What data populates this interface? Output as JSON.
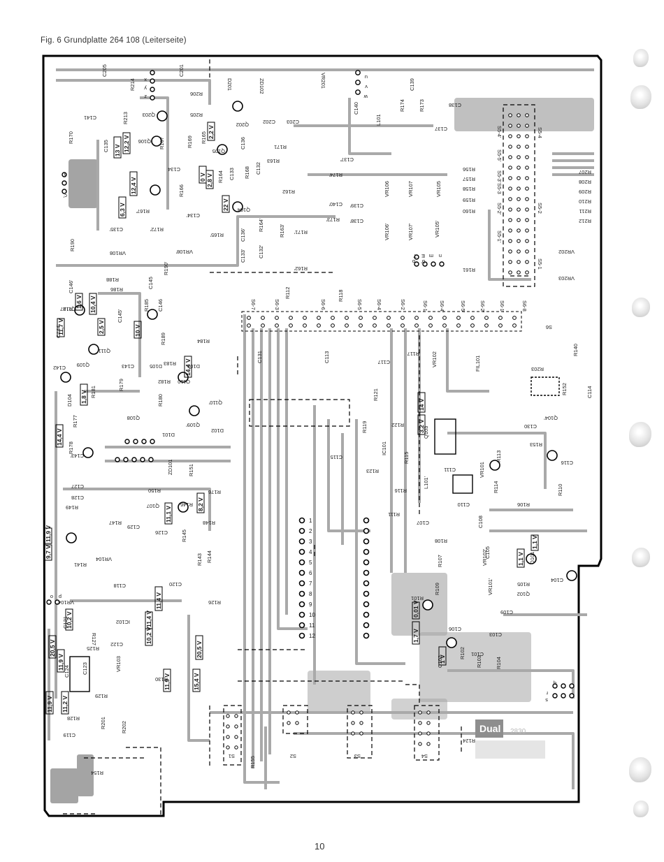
{
  "caption": "Fig. 6 Grundplatte 264 108 (Leiterseite)",
  "page_number": "10",
  "logo": {
    "brand": "Dual",
    "code": "2830"
  },
  "colors": {
    "trace": "#a9a9a9",
    "board_outline": "#000000",
    "copper_dark": "#8e8e8e",
    "background": "#ffffff"
  },
  "voltages": [
    "13 V",
    "12,2 V",
    "12,4 V",
    "6,3 V",
    "2,2 V",
    "0 V",
    "2,8 V",
    "22 V",
    "1,6 V",
    "2,5 V",
    "10,4 V",
    "10 V",
    "11,7 V",
    "14,4 V",
    "14,4 V",
    "1,8 V",
    "9,7 V",
    "11,9 V",
    "11,4 V",
    "10,2 V",
    "20,5 V",
    "11,9 V",
    "11,9 V",
    "11,2 V",
    "11,4 V",
    "10,2 V",
    "20,5 V",
    "11,9 V",
    "15,4 V",
    "11,1 V",
    "8,2 V",
    "14 V",
    "3,2 V",
    "0,01 V",
    "1,7 V",
    "1 V",
    "1,1 V",
    "1,1 V"
  ],
  "components": [
    {
      "ref": "C205"
    },
    {
      "ref": "R214"
    },
    {
      "ref": "C201"
    },
    {
      "ref": "D201"
    },
    {
      "ref": "ZD102"
    },
    {
      "ref": "VR201"
    },
    {
      "ref": "R206"
    },
    {
      "ref": "R205"
    },
    {
      "ref": "Q203"
    },
    {
      "ref": "Q202"
    },
    {
      "ref": "C202"
    },
    {
      "ref": "C203"
    },
    {
      "ref": "C139"
    },
    {
      "ref": "C138"
    },
    {
      "ref": "R174"
    },
    {
      "ref": "R173"
    },
    {
      "ref": "C137"
    },
    {
      "ref": "C140"
    },
    {
      "ref": "L101"
    },
    {
      "ref": "C141"
    },
    {
      "ref": "R170"
    },
    {
      "ref": "R213"
    },
    {
      "ref": "C135"
    },
    {
      "ref": "R167"
    },
    {
      "ref": "Q106"
    },
    {
      "ref": "R169"
    },
    {
      "ref": "R165"
    },
    {
      "ref": "Q105"
    },
    {
      "ref": "C136"
    },
    {
      "ref": "R171"
    },
    {
      "ref": "C134"
    },
    {
      "ref": "R163"
    },
    {
      "ref": "C133"
    },
    {
      "ref": "R168"
    },
    {
      "ref": "C132"
    },
    {
      "ref": "R164"
    },
    {
      "ref": "R166"
    },
    {
      "ref": "R162"
    },
    {
      "ref": "Q104"
    },
    {
      "ref": "C140'"
    },
    {
      "ref": "C139'"
    },
    {
      "ref": "R174'"
    },
    {
      "ref": "R173'"
    },
    {
      "ref": "C138'"
    },
    {
      "ref": "C137'"
    },
    {
      "ref": "R171'"
    },
    {
      "ref": "R163'"
    },
    {
      "ref": "R164'"
    },
    {
      "ref": "R165'"
    },
    {
      "ref": "C136'"
    },
    {
      "ref": "C133'"
    },
    {
      "ref": "C132'"
    },
    {
      "ref": "R162'"
    },
    {
      "ref": "R167'"
    },
    {
      "ref": "R172'"
    },
    {
      "ref": "C135'"
    },
    {
      "ref": "C134'"
    },
    {
      "ref": "VR106"
    },
    {
      "ref": "VR107"
    },
    {
      "ref": "VR105"
    },
    {
      "ref": "VR106'"
    },
    {
      "ref": "VR107'"
    },
    {
      "ref": "VR105'"
    },
    {
      "ref": "R156"
    },
    {
      "ref": "R157"
    },
    {
      "ref": "R158"
    },
    {
      "ref": "R159"
    },
    {
      "ref": "R160"
    },
    {
      "ref": "R161"
    },
    {
      "ref": "R207"
    },
    {
      "ref": "R208"
    },
    {
      "ref": "R209"
    },
    {
      "ref": "R210"
    },
    {
      "ref": "R211"
    },
    {
      "ref": "R212"
    },
    {
      "ref": "VR202"
    },
    {
      "ref": "VR203"
    },
    {
      "ref": "R190"
    },
    {
      "ref": "VR108"
    },
    {
      "ref": "VR108'"
    },
    {
      "ref": "R190'"
    },
    {
      "ref": "C146'"
    },
    {
      "ref": "R187"
    },
    {
      "ref": "R188"
    },
    {
      "ref": "R186"
    },
    {
      "ref": "C145"
    },
    {
      "ref": "R185"
    },
    {
      "ref": "Q112"
    },
    {
      "ref": "C146"
    },
    {
      "ref": "C144'"
    },
    {
      "ref": "C145'"
    },
    {
      "ref": "R184"
    },
    {
      "ref": "R189"
    },
    {
      "ref": "Q111"
    },
    {
      "ref": "R183"
    },
    {
      "ref": "C143"
    },
    {
      "ref": "D105"
    },
    {
      "ref": "R182"
    },
    {
      "ref": "Q110"
    },
    {
      "ref": "Q109"
    },
    {
      "ref": "C142"
    },
    {
      "ref": "D103"
    },
    {
      "ref": "D104"
    },
    {
      "ref": "R180"
    },
    {
      "ref": "R181"
    },
    {
      "ref": "R179"
    },
    {
      "ref": "R178"
    },
    {
      "ref": "R177"
    },
    {
      "ref": "Q108"
    },
    {
      "ref": "C143'"
    },
    {
      "ref": "Q110'"
    },
    {
      "ref": "Q109'"
    },
    {
      "ref": "D102"
    },
    {
      "ref": "D101"
    },
    {
      "ref": "C127"
    },
    {
      "ref": "C128"
    },
    {
      "ref": "ZD101"
    },
    {
      "ref": "R151"
    },
    {
      "ref": "R176"
    },
    {
      "ref": "R150"
    },
    {
      "ref": "R149"
    },
    {
      "ref": "Q107"
    },
    {
      "ref": "R147"
    },
    {
      "ref": "R146"
    },
    {
      "ref": "C129"
    },
    {
      "ref": "C126"
    },
    {
      "ref": "R148"
    },
    {
      "ref": "R145"
    },
    {
      "ref": "R144"
    },
    {
      "ref": "VR104"
    },
    {
      "ref": "R141"
    },
    {
      "ref": "R143"
    },
    {
      "ref": "VR104'"
    },
    {
      "ref": "C118"
    },
    {
      "ref": "C120"
    },
    {
      "ref": "R126"
    },
    {
      "ref": "C121"
    },
    {
      "ref": "R127"
    },
    {
      "ref": "IC102"
    },
    {
      "ref": "R125"
    },
    {
      "ref": "C122"
    },
    {
      "ref": "C123"
    },
    {
      "ref": "C124"
    },
    {
      "ref": "C119"
    },
    {
      "ref": "R128"
    },
    {
      "ref": "R129"
    },
    {
      "ref": "R130"
    },
    {
      "ref": "VR103"
    },
    {
      "ref": "R201"
    },
    {
      "ref": "R202"
    },
    {
      "ref": "R154"
    },
    {
      "ref": "R155"
    },
    {
      "ref": "R124"
    },
    {
      "ref": "C131"
    },
    {
      "ref": "R112"
    },
    {
      "ref": "R118"
    },
    {
      "ref": "C113"
    },
    {
      "ref": "C117"
    },
    {
      "ref": "R117"
    },
    {
      "ref": "VR102"
    },
    {
      "ref": "FIL101"
    },
    {
      "ref": "R203"
    },
    {
      "ref": "R140"
    },
    {
      "ref": "R152"
    },
    {
      "ref": "C114"
    },
    {
      "ref": "R121"
    },
    {
      "ref": "R119"
    },
    {
      "ref": "R122"
    },
    {
      "ref": "IC101"
    },
    {
      "ref": "Q103"
    },
    {
      "ref": "R115"
    },
    {
      "ref": "C111"
    },
    {
      "ref": "R113"
    },
    {
      "ref": "Q104'"
    },
    {
      "ref": "C130"
    },
    {
      "ref": "R153"
    },
    {
      "ref": "C116"
    },
    {
      "ref": "C115"
    },
    {
      "ref": "R123"
    },
    {
      "ref": "L101'"
    },
    {
      "ref": "R116"
    },
    {
      "ref": "R111"
    },
    {
      "ref": "C110"
    },
    {
      "ref": "R114"
    },
    {
      "ref": "VR101"
    },
    {
      "ref": "C108"
    },
    {
      "ref": "R106"
    },
    {
      "ref": "R110"
    },
    {
      "ref": "VR102'"
    },
    {
      "ref": "R109"
    },
    {
      "ref": "R108"
    },
    {
      "ref": "C107"
    },
    {
      "ref": "R107"
    },
    {
      "ref": "Q102"
    },
    {
      "ref": "C105"
    },
    {
      "ref": "R105"
    },
    {
      "ref": "Q101"
    },
    {
      "ref": "R101"
    },
    {
      "ref": "C103"
    },
    {
      "ref": "C104"
    },
    {
      "ref": "C101"
    },
    {
      "ref": "C102"
    },
    {
      "ref": "R102"
    },
    {
      "ref": "R103"
    },
    {
      "ref": "R104"
    },
    {
      "ref": "C106"
    },
    {
      "ref": "C109"
    },
    {
      "ref": "VR101'"
    }
  ],
  "connectors": [
    "S1",
    "S2",
    "S3",
    "S4",
    "S5-1",
    "S5-2",
    "S5-3",
    "S5-4",
    "S5-1'",
    "S5-2'",
    "S5-3'",
    "S5-4'",
    "S5-5'",
    "S6",
    "S6-1",
    "S6-2",
    "S6-3",
    "S6-4",
    "S6-5",
    "S6-6",
    "S6-7",
    "S6-8",
    "S6-1'",
    "S6-2'",
    "S6-4'",
    "S6-5'"
  ],
  "pad_numbers": [
    "1",
    "2",
    "3",
    "4",
    "5",
    "6",
    "7",
    "8",
    "9",
    "10",
    "11",
    "12"
  ],
  "terminal_letters": [
    "b",
    "b'",
    "a",
    "c'",
    "T",
    "E",
    "m",
    "n",
    "o",
    "p",
    "q",
    "r",
    "s",
    "x",
    "y",
    "z",
    "u",
    "v",
    "w"
  ]
}
